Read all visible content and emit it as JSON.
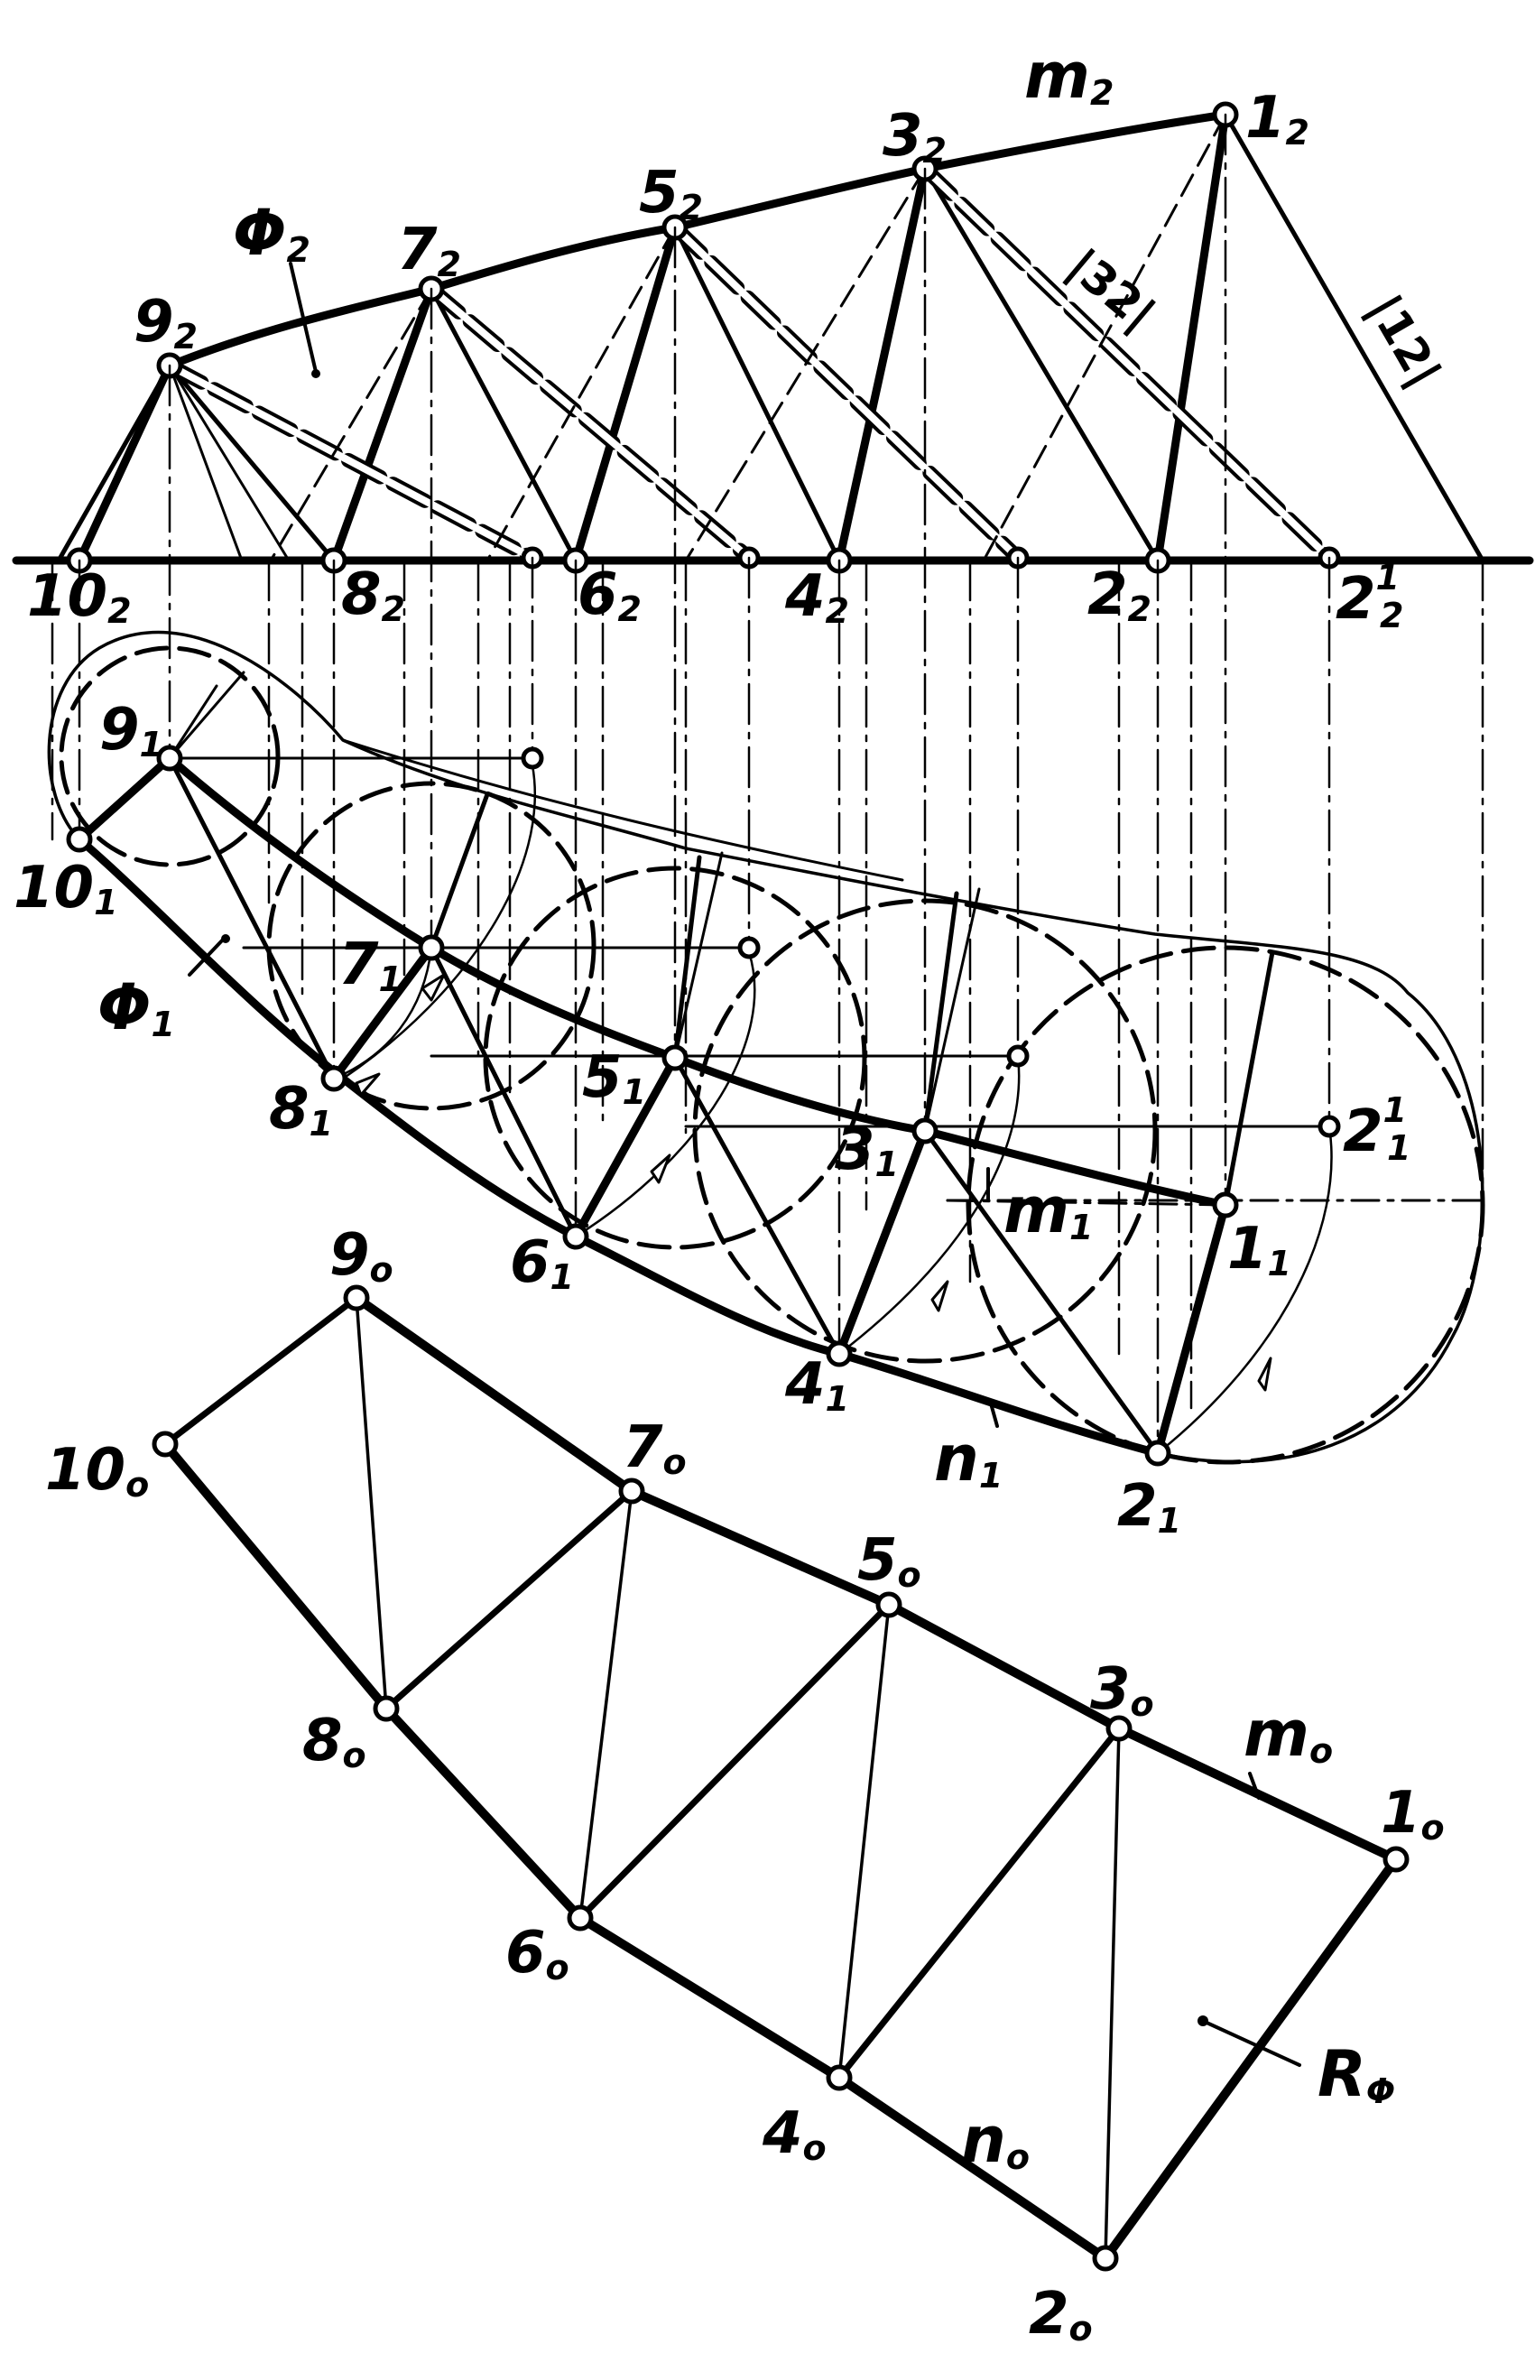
{
  "labels_frontal": [
    {
      "id": "1_2",
      "main": "1",
      "sub": "2"
    },
    {
      "id": "2_2",
      "main": "2",
      "sub": "2"
    },
    {
      "id": "3_2",
      "main": "3",
      "sub": "2"
    },
    {
      "id": "4_2",
      "main": "4",
      "sub": "2"
    },
    {
      "id": "5_2",
      "main": "5",
      "sub": "2"
    },
    {
      "id": "6_2",
      "main": "6",
      "sub": "2"
    },
    {
      "id": "7_2",
      "main": "7",
      "sub": "2"
    },
    {
      "id": "8_2",
      "main": "8",
      "sub": "2"
    },
    {
      "id": "9_2",
      "main": "9",
      "sub": "2"
    },
    {
      "id": "10_2",
      "main": "10",
      "sub": "2"
    }
  ],
  "label_2_2_1": {
    "main": "2",
    "sup": "1",
    "sub": "2"
  },
  "label_2_1_1": {
    "main": "2",
    "sup": "1",
    "sub": "1"
  },
  "labels_plan": [
    {
      "id": "1_1",
      "main": "1",
      "sub": "1"
    },
    {
      "id": "2_1",
      "main": "2",
      "sub": "1"
    },
    {
      "id": "3_1",
      "main": "3",
      "sub": "1"
    },
    {
      "id": "4_1",
      "main": "4",
      "sub": "1"
    },
    {
      "id": "5_1",
      "main": "5",
      "sub": "1"
    },
    {
      "id": "6_1",
      "main": "6",
      "sub": "1"
    },
    {
      "id": "7_1",
      "main": "7",
      "sub": "1"
    },
    {
      "id": "8_1",
      "main": "8",
      "sub": "1"
    },
    {
      "id": "9_1",
      "main": "9",
      "sub": "1"
    },
    {
      "id": "10_1",
      "main": "10",
      "sub": "1"
    }
  ],
  "labels_dev": [
    {
      "id": "1_o",
      "main": "1",
      "sub": "o"
    },
    {
      "id": "2_o",
      "main": "2",
      "sub": "o"
    },
    {
      "id": "3_o",
      "main": "3",
      "sub": "o"
    },
    {
      "id": "4_o",
      "main": "4",
      "sub": "o"
    },
    {
      "id": "5_o",
      "main": "5",
      "sub": "o"
    },
    {
      "id": "6_o",
      "main": "6",
      "sub": "o"
    },
    {
      "id": "7_o",
      "main": "7",
      "sub": "o"
    },
    {
      "id": "8_o",
      "main": "8",
      "sub": "o"
    },
    {
      "id": "9_o",
      "main": "9",
      "sub": "o"
    },
    {
      "id": "10_o",
      "main": "10",
      "sub": "o"
    }
  ],
  "curve_labels": {
    "m2": {
      "main": "m",
      "sub": "2"
    },
    "m1": {
      "main": "m",
      "sub": "1"
    },
    "n1": {
      "main": "n",
      "sub": "1"
    },
    "mo": {
      "main": "m",
      "sub": "o"
    },
    "no": {
      "main": "n",
      "sub": "o"
    }
  },
  "surface_labels": {
    "phi2": {
      "main": "Φ",
      "sub": "2"
    },
    "phi1": {
      "main": "Φ",
      "sub": "1"
    },
    "r_phi": {
      "main": "R",
      "sub": "Φ"
    }
  },
  "length_labels": {
    "l32": "|32|",
    "l12": "|12|"
  }
}
